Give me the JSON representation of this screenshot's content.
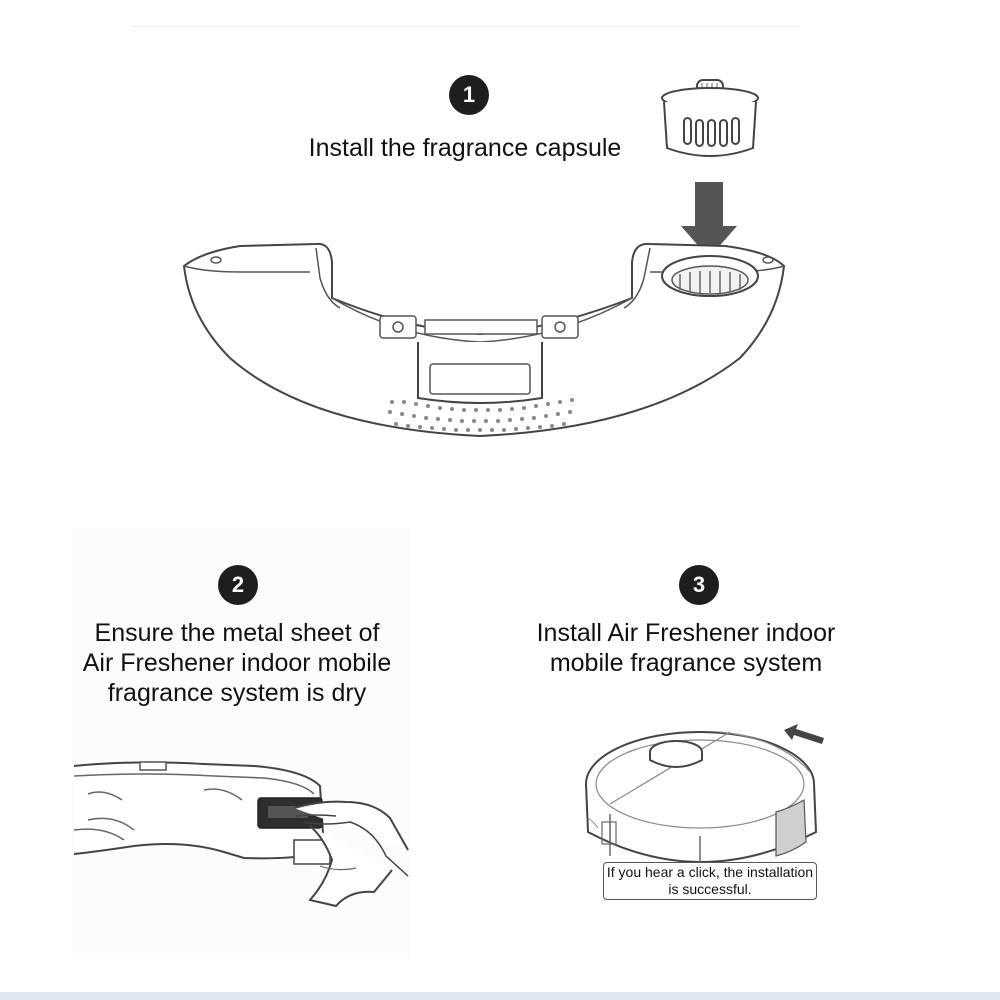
{
  "steps": [
    {
      "number": "1",
      "caption": "Install the fragrance capsule"
    },
    {
      "number": "2",
      "caption": "Ensure the metal sheet of Air Freshener indoor mobile fragrance system is dry"
    },
    {
      "number": "3",
      "caption": "Install Air Freshener indoor mobile fragrance system"
    }
  ],
  "note": "If you hear a click, the installation is successful.",
  "icons": {
    "arrow": "down-arrow-icon",
    "insert_arrow": "insert-arrow-icon"
  }
}
